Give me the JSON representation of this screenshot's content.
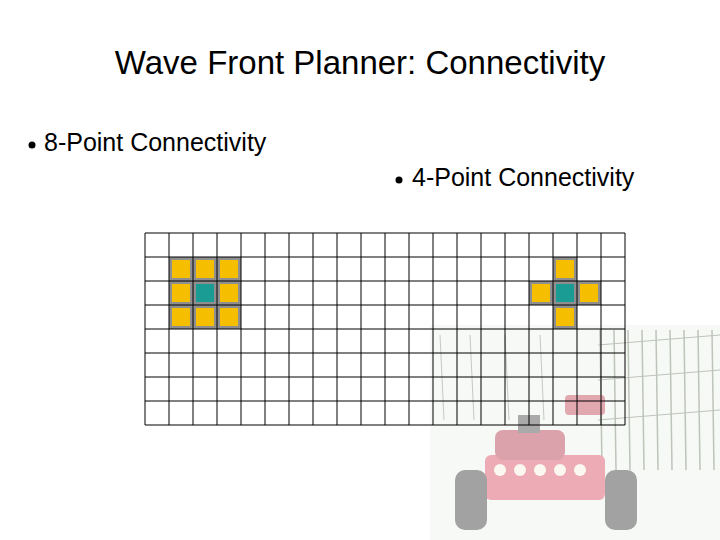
{
  "diagram": {
    "title": "Wave Front Planner: Connectivity",
    "labels": [
      "8-Point Connectivity",
      "4-Point Connectivity"
    ]
  }
}
